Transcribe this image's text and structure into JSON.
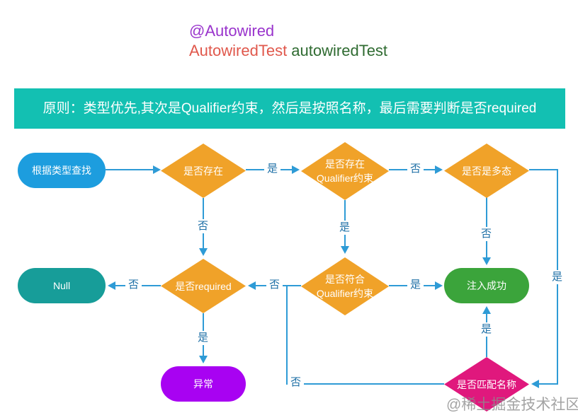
{
  "header": {
    "line1": "@Autowired",
    "line2_part1": "AutowiredTest",
    "line2_part2": " autowiredTest"
  },
  "banner": {
    "text": "原则：类型优先,其次是Qualifier约束，然后是按照名称，最后需要判断是否required"
  },
  "flowchart": {
    "nodes": {
      "find_by_type": {
        "label": "根据类型查找",
        "shape": "stadium"
      },
      "exists": {
        "label": "是否存在",
        "shape": "diamond"
      },
      "exists_qualifier": {
        "line1": "是否存在",
        "line2": "Qualifier约束",
        "shape": "diamond"
      },
      "polymorphic": {
        "label": "是否是多态",
        "shape": "diamond"
      },
      "null_result": {
        "label": "Null",
        "shape": "stadium"
      },
      "required": {
        "label": "是否required",
        "shape": "diamond"
      },
      "match_qualifier": {
        "line1": "是否符合",
        "line2": "Qualifier约束",
        "shape": "diamond"
      },
      "inject_success": {
        "label": "注入成功",
        "shape": "stadium"
      },
      "exception": {
        "label": "异常",
        "shape": "stadium"
      },
      "match_name": {
        "label": "是否匹配名称",
        "shape": "diamond"
      }
    },
    "edge_labels": {
      "exists_yes": "是",
      "exists_qualifier_no": "否",
      "exists_no": "否",
      "exists_qualifier_yes": "是",
      "polymorphic_no": "否",
      "polymorphic_yes": "是",
      "required_no": "否",
      "match_qualifier_no": "否",
      "match_qualifier_yes": "是",
      "required_yes": "是",
      "match_name_yes": "是",
      "match_name_no": "否"
    }
  },
  "watermark": "@稀土掘金技术社区",
  "colors": {
    "node_blue": "#1d9dde",
    "node_orange": "#f0a229",
    "node_teal": "#179d99",
    "node_green": "#3ba43b",
    "node_purple": "#a802f2",
    "node_pink": "#e0187d",
    "banner_teal": "#13c0b2",
    "edge_blue": "#2e9bd6",
    "edge_label_blue": "#1d6fa6",
    "header_purple": "#9933cc",
    "header_red": "#e0584c",
    "header_green": "#2f6b31",
    "watermark_gray": "#8c8c8c"
  }
}
